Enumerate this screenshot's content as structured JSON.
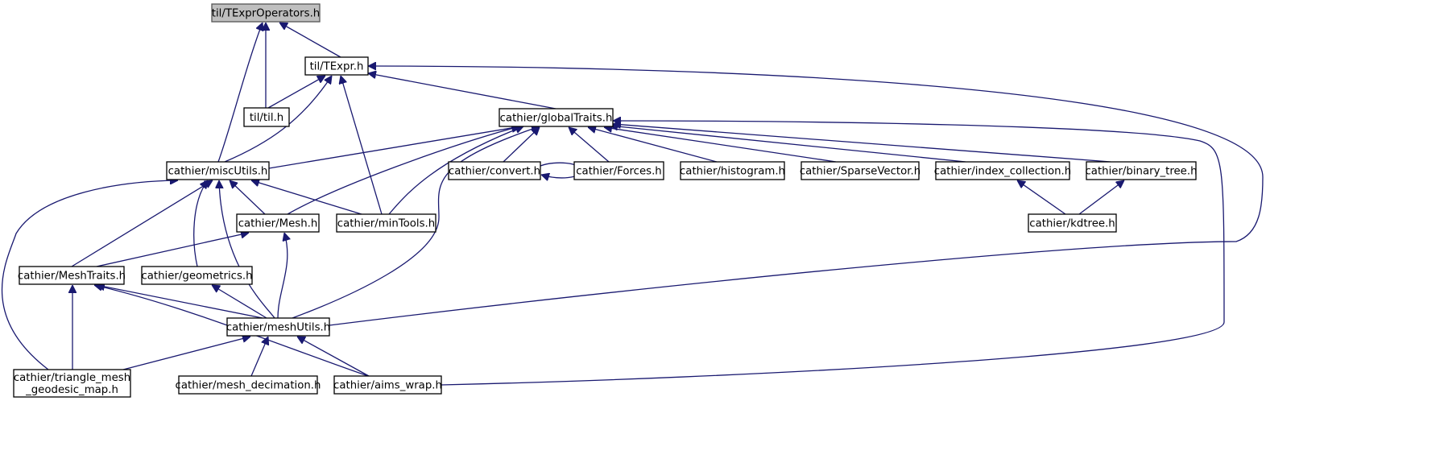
{
  "graph": {
    "nodes": [
      {
        "id": "texpr_operators",
        "lines": [
          "til/TExprOperators.h"
        ],
        "highlight": true
      },
      {
        "id": "texpr",
        "lines": [
          "til/TExpr.h"
        ]
      },
      {
        "id": "til",
        "lines": [
          "til/til.h"
        ]
      },
      {
        "id": "global_traits",
        "lines": [
          "cathier/globalTraits.h"
        ]
      },
      {
        "id": "misc_utils",
        "lines": [
          "cathier/miscUtils.h"
        ]
      },
      {
        "id": "convert",
        "lines": [
          "cathier/convert.h"
        ]
      },
      {
        "id": "forces",
        "lines": [
          "cathier/Forces.h"
        ]
      },
      {
        "id": "histogram",
        "lines": [
          "cathier/histogram.h"
        ]
      },
      {
        "id": "sparse_vector",
        "lines": [
          "cathier/SparseVector.h"
        ]
      },
      {
        "id": "index_collection",
        "lines": [
          "cathier/index_collection.h"
        ]
      },
      {
        "id": "binary_tree",
        "lines": [
          "cathier/binary_tree.h"
        ]
      },
      {
        "id": "mesh",
        "lines": [
          "cathier/Mesh.h"
        ]
      },
      {
        "id": "min_tools",
        "lines": [
          "cathier/minTools.h"
        ]
      },
      {
        "id": "kdtree",
        "lines": [
          "cathier/kdtree.h"
        ]
      },
      {
        "id": "mesh_traits",
        "lines": [
          "cathier/MeshTraits.h"
        ]
      },
      {
        "id": "geometrics",
        "lines": [
          "cathier/geometrics.h"
        ]
      },
      {
        "id": "mesh_utils",
        "lines": [
          "cathier/meshUtils.h"
        ]
      },
      {
        "id": "triangle_mesh_geodesic_map",
        "lines": [
          "cathier/triangle_mesh",
          "_geodesic_map.h"
        ]
      },
      {
        "id": "mesh_decimation",
        "lines": [
          "cathier/mesh_decimation.h"
        ]
      },
      {
        "id": "aims_wrap",
        "lines": [
          "cathier/aims_wrap.h"
        ]
      }
    ],
    "edges": [
      {
        "from": "texpr_operators",
        "to": "texpr"
      },
      {
        "from": "texpr_operators",
        "to": "til"
      },
      {
        "from": "texpr_operators",
        "to": "misc_utils"
      },
      {
        "from": "texpr",
        "to": "til"
      },
      {
        "from": "texpr",
        "to": "global_traits"
      },
      {
        "from": "texpr",
        "to": "misc_utils"
      },
      {
        "from": "texpr",
        "to": "min_tools"
      },
      {
        "from": "texpr",
        "to": "mesh_utils"
      },
      {
        "from": "global_traits",
        "to": "misc_utils"
      },
      {
        "from": "global_traits",
        "to": "convert"
      },
      {
        "from": "global_traits",
        "to": "forces"
      },
      {
        "from": "global_traits",
        "to": "histogram"
      },
      {
        "from": "global_traits",
        "to": "sparse_vector"
      },
      {
        "from": "global_traits",
        "to": "index_collection"
      },
      {
        "from": "global_traits",
        "to": "binary_tree"
      },
      {
        "from": "global_traits",
        "to": "mesh"
      },
      {
        "from": "global_traits",
        "to": "min_tools"
      },
      {
        "from": "global_traits",
        "to": "mesh_utils"
      },
      {
        "from": "global_traits",
        "to": "aims_wrap"
      },
      {
        "from": "convert",
        "to": "convert"
      },
      {
        "from": "misc_utils",
        "to": "mesh"
      },
      {
        "from": "misc_utils",
        "to": "min_tools"
      },
      {
        "from": "misc_utils",
        "to": "mesh_traits"
      },
      {
        "from": "misc_utils",
        "to": "geometrics"
      },
      {
        "from": "misc_utils",
        "to": "mesh_utils"
      },
      {
        "from": "misc_utils",
        "to": "triangle_mesh_geodesic_map"
      },
      {
        "from": "index_collection",
        "to": "kdtree"
      },
      {
        "from": "binary_tree",
        "to": "kdtree"
      },
      {
        "from": "mesh",
        "to": "mesh_traits"
      },
      {
        "from": "mesh",
        "to": "mesh_utils"
      },
      {
        "from": "mesh_traits",
        "to": "mesh_utils"
      },
      {
        "from": "mesh_traits",
        "to": "triangle_mesh_geodesic_map"
      },
      {
        "from": "mesh_traits",
        "to": "aims_wrap"
      },
      {
        "from": "geometrics",
        "to": "mesh_utils"
      },
      {
        "from": "mesh_utils",
        "to": "triangle_mesh_geodesic_map"
      },
      {
        "from": "mesh_utils",
        "to": "mesh_decimation"
      },
      {
        "from": "mesh_utils",
        "to": "aims_wrap"
      }
    ]
  },
  "colors": {
    "edge": "#191970",
    "node_border": "#000000",
    "node_fill": "#ffffff",
    "highlight_fill": "#bfbfbf"
  }
}
